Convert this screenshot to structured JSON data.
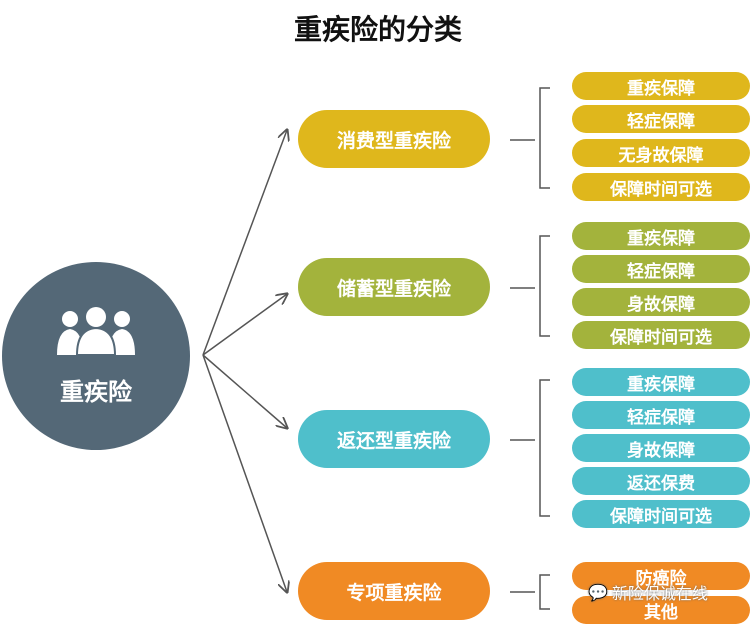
{
  "title": "重疾险的分类",
  "hub": {
    "label": "重疾险",
    "icon": "people-group-icon"
  },
  "colors": {
    "hub": "#546877",
    "consumer": "#dfb71c",
    "savings": "#a3b33c",
    "return": "#4fbfcb",
    "special": "#f08a24"
  },
  "categories": [
    {
      "label": "消费型重疾险",
      "items": [
        "重疾保障",
        "轻症保障",
        "无身故保障",
        "保障时间可选"
      ]
    },
    {
      "label": "储蓄型重疾险",
      "items": [
        "重疾保障",
        "轻症保障",
        "身故保障",
        "保障时间可选"
      ]
    },
    {
      "label": "返还型重疾险",
      "items": [
        "重疾保障",
        "轻症保障",
        "身故保障",
        "返还保费",
        "保障时间可选"
      ]
    },
    {
      "label": "专项重疾险",
      "items": [
        "防癌险",
        "其他"
      ]
    }
  ],
  "watermark": "新险保诚在线"
}
